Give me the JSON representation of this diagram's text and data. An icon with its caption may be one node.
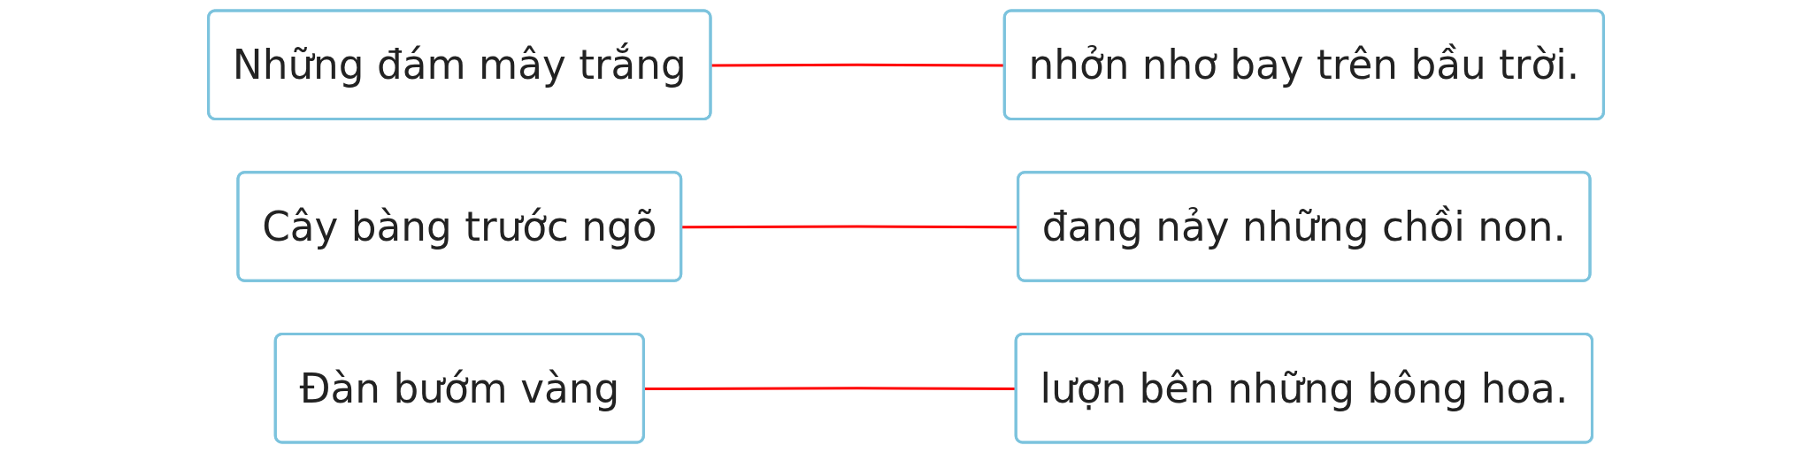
{
  "diagram": {
    "nodes": [
      {
        "text": [
          "Những đám mây trắng"
        ]
      },
      {
        "text": [
          "Cây bàng trước ngõ"
        ]
      },
      {
        "text": [
          "Đàn bướm vàng"
        ]
      },
      {
        "text": [
          "lượn bên những bông hoa."
        ]
      },
      {
        "text": [
          "nhởn nhơ bay trên bầu trời."
        ]
      },
      {
        "text": [
          "đang nảy những chồi non."
        ]
      }
    ],
    "edges": [
      {
        "from": 0,
        "to": 4,
        "arrow": "none",
        "color": "#ff0000"
      },
      {
        "from": 1,
        "to": 5,
        "arrow": "none",
        "color": "#ff0000"
      },
      {
        "from": 2,
        "to": 3,
        "arrow": "none",
        "color": "#ff0000"
      }
    ]
  }
}
